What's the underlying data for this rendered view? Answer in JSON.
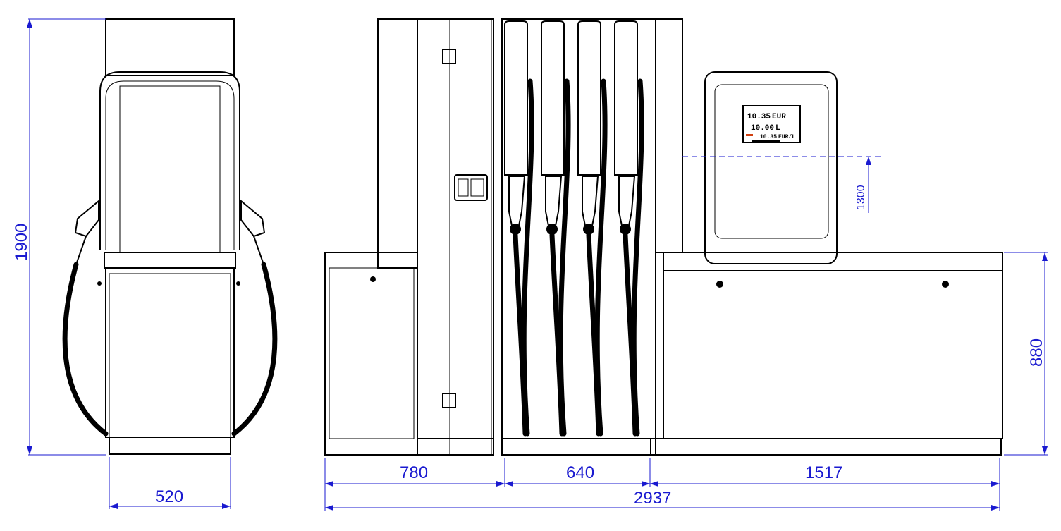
{
  "dimensions": {
    "height_total": "1900",
    "depth": "520",
    "section_left": "780",
    "section_middle": "640",
    "section_right": "1517",
    "length_total": "2937",
    "display_height": "1300",
    "base_height": "880"
  },
  "display": {
    "amount": "10.35",
    "amount_unit": "EUR",
    "volume": "10.00",
    "volume_unit": "L",
    "price": "10.35",
    "price_unit": "EUR/L"
  },
  "colors": {
    "line": "#000000",
    "dimension": "#1a1ad0",
    "display_accent": "#d04010"
  }
}
